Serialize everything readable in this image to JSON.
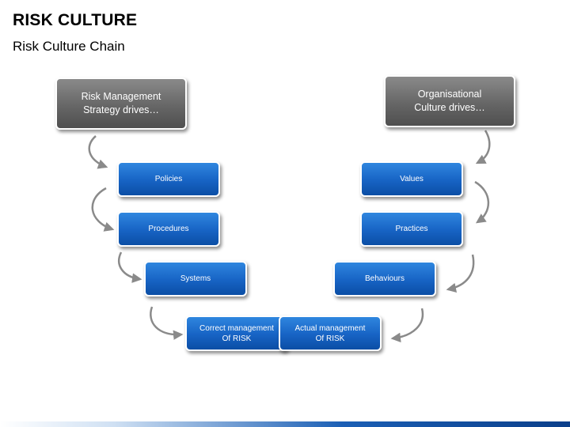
{
  "title": "RISK CULTURE",
  "subtitle": "Risk Culture Chain",
  "left_chain": {
    "header": "Risk Management\nStrategy drives…",
    "steps": [
      "Policies",
      "Procedures",
      "Systems",
      "Correct management\nOf RISK"
    ]
  },
  "right_chain": {
    "header": "Organisational\nCulture drives…",
    "steps": [
      "Values",
      "Practices",
      "Behaviours",
      "Actual management\nOf RISK"
    ]
  },
  "colors": {
    "header_box": "#666666",
    "step_box": "#1763c4",
    "arrow": "#8a8a8a"
  }
}
